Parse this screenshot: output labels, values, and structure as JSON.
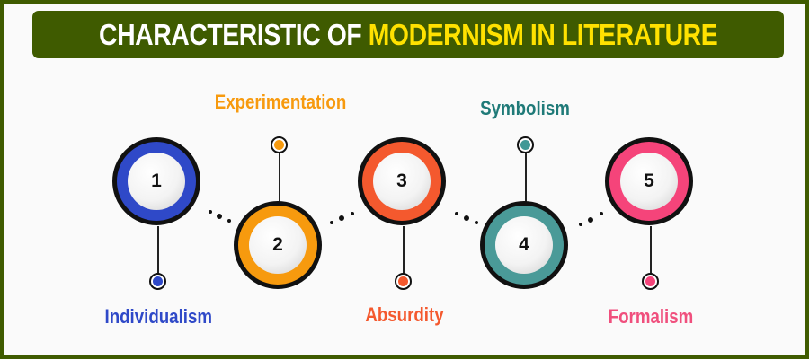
{
  "title": {
    "part1": "CHARACTERISTIC OF",
    "part2": "MODERNISM IN LITERATURE"
  },
  "colors": {
    "frame": "#3f5b00",
    "title_white": "#ffffff",
    "title_yellow": "#ffe100"
  },
  "steps": [
    {
      "number": "1",
      "label": "Individualism",
      "color": "#2f49c8",
      "label_position": "below"
    },
    {
      "number": "2",
      "label": "Experimentation",
      "color": "#f79a0e",
      "label_position": "above"
    },
    {
      "number": "3",
      "label": "Absurdity",
      "color": "#f4592e",
      "label_position": "below"
    },
    {
      "number": "4",
      "label": "Symbolism",
      "color": "#3f9896",
      "label_position": "above"
    },
    {
      "number": "5",
      "label": "Formalism",
      "color": "#f5447a",
      "label_position": "below"
    }
  ]
}
